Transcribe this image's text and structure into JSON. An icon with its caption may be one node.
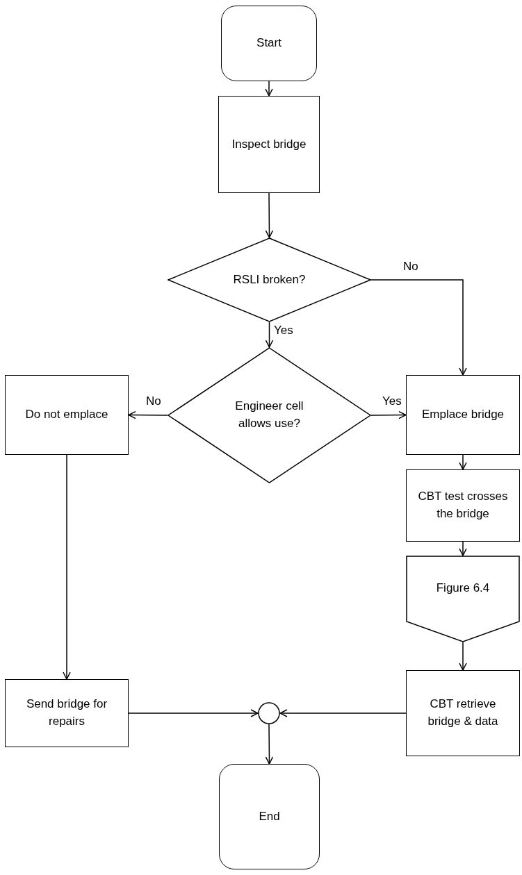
{
  "diagram": {
    "nodes": [
      {
        "text": [
          "Start"
        ]
      },
      {
        "text": [
          "Inspect bridge"
        ]
      },
      {
        "text": [
          "RSLI broken?"
        ]
      },
      {
        "text": [
          "Do not emplace"
        ]
      },
      {
        "text": [
          "Engineer cell allows use?"
        ]
      },
      {
        "text": [
          "Emplace bridge"
        ]
      },
      {
        "text": [
          "CBT test crosses the bridge"
        ]
      },
      {
        "text": [
          "Figure 6.4"
        ]
      },
      {
        "text": [
          "Send bridge for repairs"
        ]
      },
      {
        "text": [],
        "shape": "circle"
      },
      {
        "text": [
          "CBT retrieve bridge & data"
        ]
      },
      {
        "text": [
          "End"
        ]
      }
    ],
    "edges": [
      {
        "from": 0,
        "to": 1,
        "arrow": "to"
      },
      {
        "from": 1,
        "to": 2,
        "arrow": "to"
      },
      {
        "from": 2,
        "to": 4,
        "arrow": "to",
        "label": "Yes"
      },
      {
        "from": 2,
        "to": 5,
        "arrow": "to",
        "label": "No"
      },
      {
        "from": 4,
        "to": 3,
        "arrow": "to",
        "label": "No"
      },
      {
        "from": 4,
        "to": 5,
        "arrow": "to",
        "label": "Yes"
      },
      {
        "from": 5,
        "to": 6,
        "arrow": "to"
      },
      {
        "from": 6,
        "to": 7,
        "arrow": "to"
      },
      {
        "from": 7,
        "to": 10,
        "arrow": "to"
      },
      {
        "from": 3,
        "to": 8,
        "arrow": "to"
      },
      {
        "from": 8,
        "to": 9,
        "arrow": "to"
      },
      {
        "from": 10,
        "to": 9,
        "arrow": "to"
      },
      {
        "from": 9,
        "to": 11,
        "arrow": "to"
      }
    ]
  }
}
